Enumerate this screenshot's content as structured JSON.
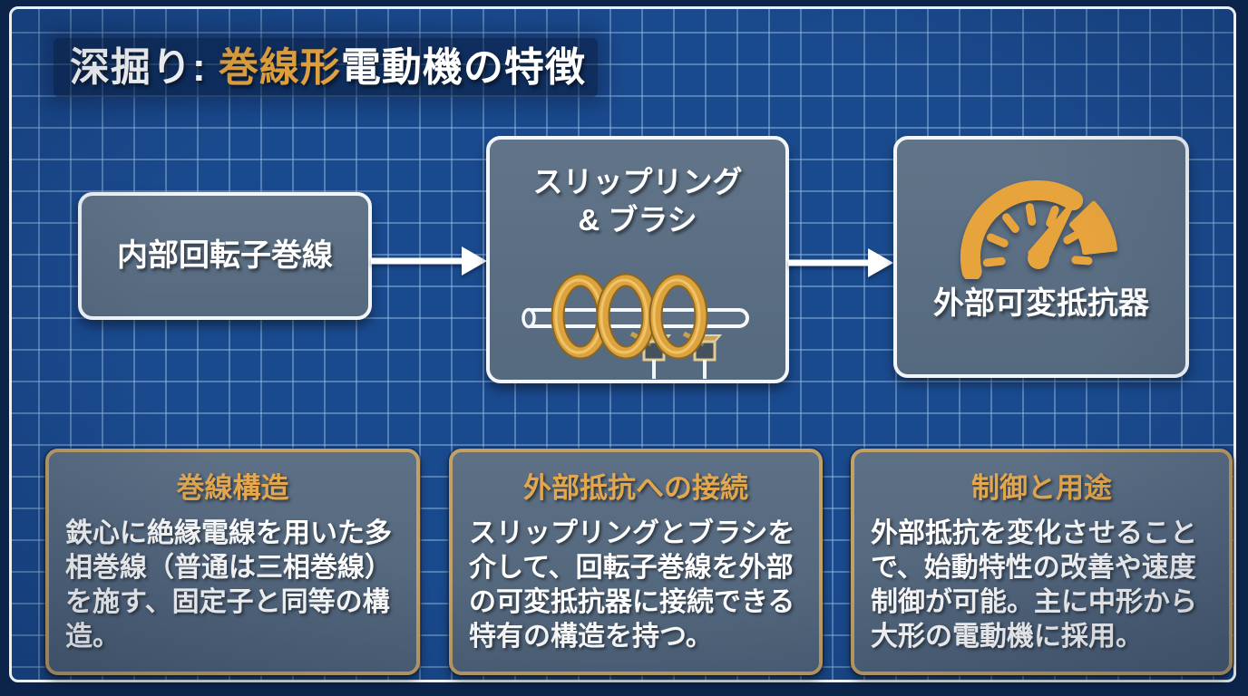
{
  "title": {
    "prefix": "深掘り: ",
    "highlight": "巻線形",
    "suffix": "電動機の特徴"
  },
  "flow": {
    "node1": {
      "label": "内部回転子巻線"
    },
    "node2": {
      "label_line1": "スリップリング",
      "label_line2": "& ブラシ",
      "icon": "slip-rings-and-brushes-illustration"
    },
    "node3": {
      "label": "外部可変抵抗器",
      "icon": "gauge-icon"
    },
    "arrow_icon": "arrow-right-icon"
  },
  "cards": [
    {
      "title": "巻線構造",
      "body": "鉄心に絶縁電線を用いた多相巻線（普通は三相巻線）を施す、固定子と同等の構造。"
    },
    {
      "title": "外部抵抗への接続",
      "body": "スリップリングとブラシを介して、回転子巻線を外部の可変抵抗器に接続できる特有の構造を持つ。"
    },
    {
      "title": "制御と用途",
      "body": "外部抵抗を変化させることで、始動特性の改善や速度制御が可能。主に中形から大形の電動機に採用。"
    }
  ],
  "colors": {
    "accent_orange": "#E2A33C",
    "card_border": "#C2A066",
    "node_fill": "#5D7086",
    "grid_background": "#1A4A8E",
    "grid_line": "#9EC0E6",
    "outer_background": "#0C2449",
    "title_band": "#14325F",
    "text_white": "#FFFFFF"
  }
}
